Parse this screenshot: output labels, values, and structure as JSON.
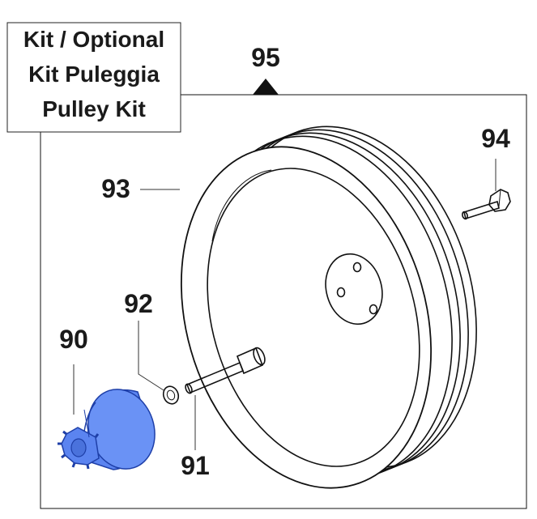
{
  "kit_box": {
    "line1": "Kit / Optional",
    "line2": "Kit Puleggia",
    "line3": "Pulley Kit"
  },
  "callouts": {
    "assembly": "95",
    "pulley": "93",
    "bolt": "94",
    "washer": "92",
    "hub": "90",
    "screw": "91"
  },
  "colors": {
    "hub_fill": "#5b84f0",
    "hub_stroke": "#1e3fa8"
  }
}
